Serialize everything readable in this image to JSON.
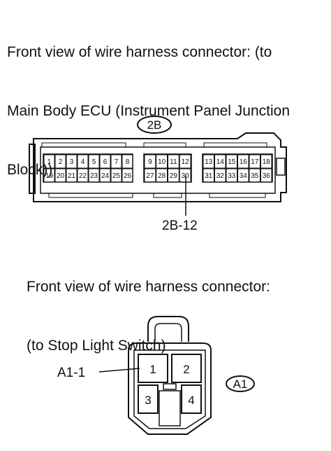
{
  "heading_top": {
    "line1": "Front view of wire harness connector: (to",
    "line2": "Main Body ECU (Instrument Panel Junction",
    "line3": "Block))"
  },
  "connector_2b": {
    "code": "2B",
    "pins_row1_left": [
      "1",
      "2",
      "3",
      "4",
      "5",
      "6",
      "7",
      "8"
    ],
    "pins_row2_left": [
      "19",
      "20",
      "21",
      "22",
      "23",
      "24",
      "25",
      "26"
    ],
    "pins_row1_mid": [
      "9",
      "10",
      "11",
      "12"
    ],
    "pins_row2_mid": [
      "27",
      "28",
      "29",
      "30"
    ],
    "pins_row1_right": [
      "13",
      "14",
      "15",
      "16",
      "17",
      "18"
    ],
    "pins_row2_right": [
      "31",
      "32",
      "33",
      "34",
      "35",
      "36"
    ],
    "callout": "2B-12"
  },
  "heading_bottom": {
    "line1": "Front view of wire harness connector:",
    "line2": "(to Stop Light Switch)"
  },
  "connector_a1": {
    "code": "A1",
    "pins": [
      "1",
      "2",
      "3",
      "4"
    ],
    "callout": "A1-1"
  },
  "colors": {
    "ink": "#111111",
    "background": "#ffffff"
  }
}
